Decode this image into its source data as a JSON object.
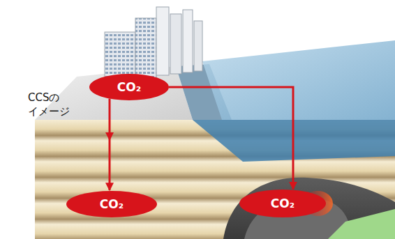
{
  "diagram": {
    "nodes": [
      {
        "text": [
          "CO₂"
        ]
      },
      {
        "text": [
          "CO₂"
        ]
      },
      {
        "text": [
          "CO₂"
        ]
      }
    ],
    "edges": [
      {
        "from": 0,
        "to": 1,
        "arrow": "to"
      },
      {
        "from": 0,
        "to": 2,
        "arrow": "to"
      }
    ],
    "labels": [
      "CCSの イメージ"
    ]
  }
}
